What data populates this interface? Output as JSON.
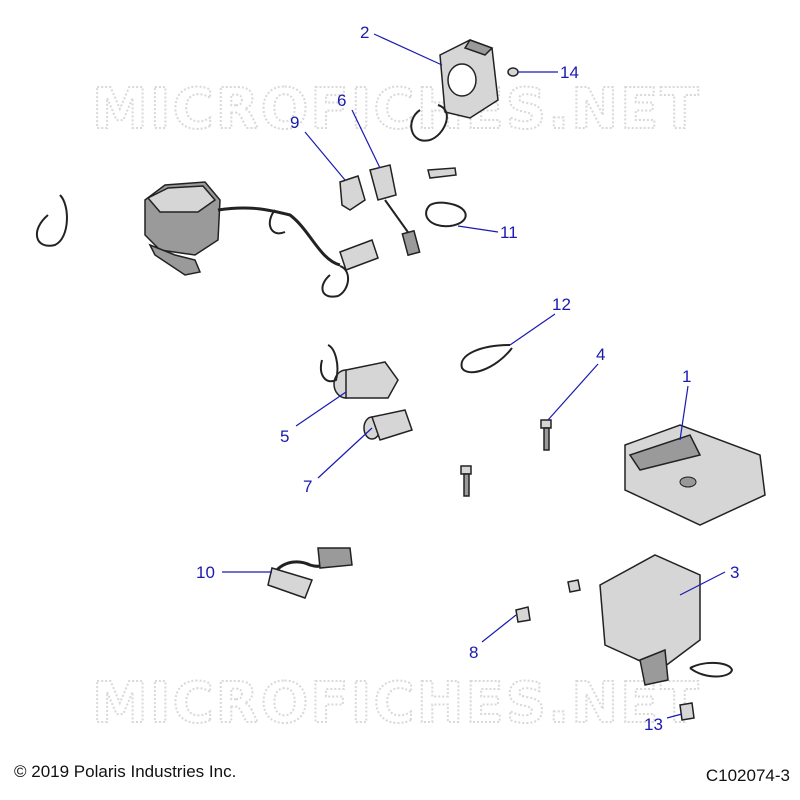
{
  "watermark": "MICROFICHES.NET",
  "callouts": [
    {
      "id": "c2",
      "label": "2"
    },
    {
      "id": "c14",
      "label": "14"
    },
    {
      "id": "c6",
      "label": "6"
    },
    {
      "id": "c9",
      "label": "9"
    },
    {
      "id": "c11",
      "label": "11"
    },
    {
      "id": "c12",
      "label": "12"
    },
    {
      "id": "c4",
      "label": "4"
    },
    {
      "id": "c1",
      "label": "1"
    },
    {
      "id": "c5",
      "label": "5"
    },
    {
      "id": "c7",
      "label": "7"
    },
    {
      "id": "c10",
      "label": "10"
    },
    {
      "id": "c3",
      "label": "3"
    },
    {
      "id": "c8",
      "label": "8"
    },
    {
      "id": "c13",
      "label": "13"
    }
  ],
  "copyright": "© 2019 Polaris Industries Inc.",
  "diagram_code": "C102074-3"
}
